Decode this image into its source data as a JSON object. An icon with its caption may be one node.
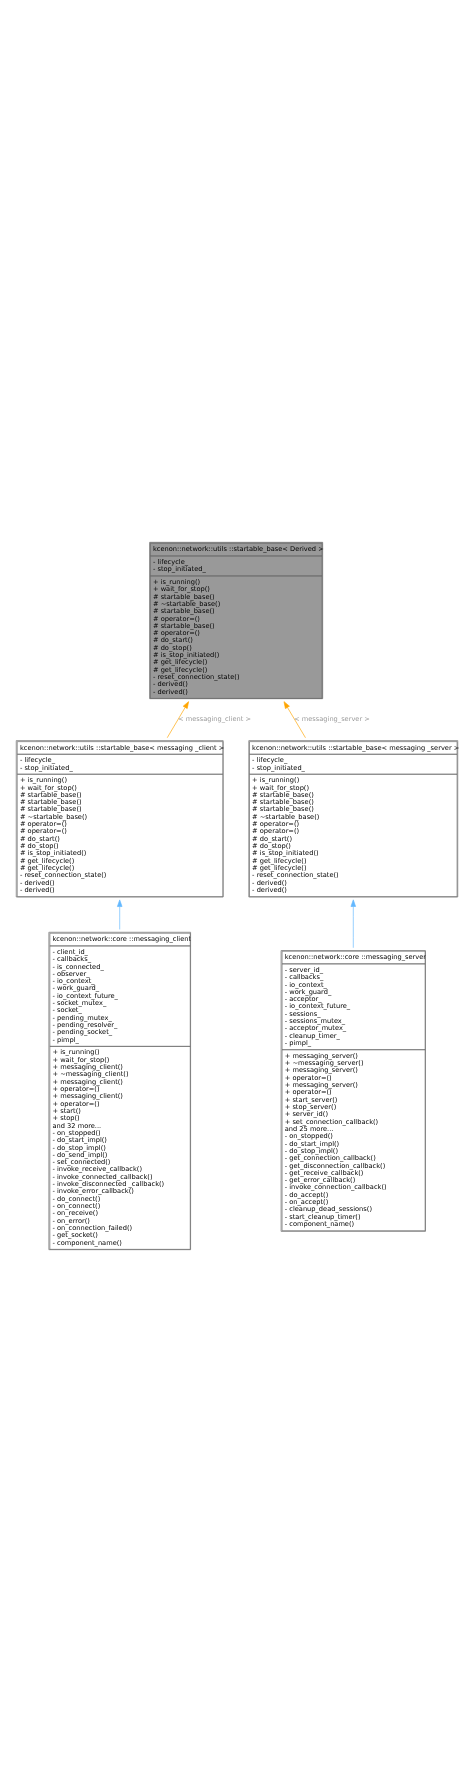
{
  "diagram": {
    "nodes": [
      {
        "text": [
          "kcenon::network::utils ::startable_base< Derived >",
          "- lifecycle_",
          "- stop_initiated_",
          "+ is_running()",
          "+ wait_for_stop()",
          "# startable_base()",
          "# ~startable_base()",
          "# startable_base()",
          "# operator=()",
          "# startable_base()",
          "# operator=()",
          "# do_start()",
          "# do_stop()",
          "# is_stop_initiated()",
          "# get_lifecycle()",
          "# get_lifecycle()",
          "- reset_connection_state()",
          "- derived()",
          "- derived()"
        ]
      },
      {
        "text": [
          "kcenon::network::utils ::startable_base< messaging _client >",
          "- lifecycle_",
          "- stop_initiated_",
          "+ is_running()",
          "+ wait_for_stop()",
          "# startable_base()",
          "# startable_base()",
          "# startable_base()",
          "# ~startable_base()",
          "# operator=()",
          "# operator=()",
          "# do_start()",
          "# do_stop()",
          "# is_stop_initiated()",
          "# get_lifecycle()",
          "# get_lifecycle()",
          "- reset_connection_state()",
          "- derived()",
          "- derived()"
        ]
      },
      {
        "text": [
          "kcenon::network::utils ::startable_base< messaging _server >",
          "- lifecycle_",
          "- stop_initiated_",
          "+ is_running()",
          "+ wait_for_stop()",
          "# startable_base()",
          "# startable_base()",
          "# startable_base()",
          "# ~startable_base()",
          "# operator=()",
          "# operator=()",
          "# do_start()",
          "# do_stop()",
          "# is_stop_initiated()",
          "# get_lifecycle()",
          "# get_lifecycle()",
          "- reset_connection_state()",
          "- derived()",
          "- derived()"
        ]
      },
      {
        "text": [
          "kcenon::network::core ::messaging_client",
          "- client_id_",
          "- callbacks_",
          "- is_connected_",
          "- observer_",
          "- io_context_",
          "- work_guard_",
          "- io_context_future_",
          "- socket_mutex_",
          "- socket_",
          "- pending_mutex_",
          "- pending_resolver_",
          "- pending_socket_",
          "- pimpl_",
          "+ is_running()",
          "+ wait_for_stop()",
          "+ messaging_client()",
          "+ ~messaging_client()",
          "+ messaging_client()",
          "+ operator=()",
          "+ messaging_client()",
          "+ operator=()",
          "+ start()",
          "+ stop()",
          "and 32 more...",
          "- on_stopped()",
          "- do_start_impl()",
          "- do_stop_impl()",
          "- do_send_impl()",
          "- set_connected()",
          "- invoke_receive_callback()",
          "- invoke_connected_callback()",
          "- invoke_disconnected _callback()",
          "- invoke_error_callback()",
          "- do_connect()",
          "- on_connect()",
          "- on_receive()",
          "- on_error()",
          "- on_connection_failed()",
          "- get_socket()",
          "- component_name()"
        ]
      },
      {
        "text": [
          "kcenon::network::core ::messaging_server",
          "- server_id_",
          "- callbacks_",
          "- io_context_",
          "- work_guard_",
          "- acceptor_",
          "- io_context_future_",
          "- sessions_",
          "- sessions_mutex_",
          "- acceptor_mutex_",
          "- cleanup_timer_",
          "- pimpl_",
          "+ messaging_server()",
          "+ ~messaging_server()",
          "+ messaging_server()",
          "+ operator=()",
          "+ messaging_server()",
          "+ operator=()",
          "+ start_server()",
          "+ stop_server()",
          "+ server_id()",
          "+ set_connection_callback()",
          "and 25 more...",
          "- on_stopped()",
          "- do_start_impl()",
          "- do_stop_impl()",
          "- get_connection_callback()",
          "- get_disconnection_callback()",
          "- get_receive_callback()",
          "- get_error_callback()",
          "- invoke_connection_callback()",
          "- do_accept()",
          "- on_accept()",
          "- cleanup_dead_sessions()",
          "- start_cleanup_timer()",
          "- component_name()"
        ]
      }
    ],
    "edges": [
      {
        "from": 1,
        "to": 0,
        "arrow": "to",
        "label": "< messaging_client >",
        "color": "#ffa500"
      },
      {
        "from": 2,
        "to": 0,
        "arrow": "to",
        "label": "< messaging_server >",
        "color": "#ffa500"
      },
      {
        "from": 3,
        "to": 1,
        "arrow": "to",
        "color": "#63b8ff"
      },
      {
        "from": 4,
        "to": 2,
        "arrow": "to",
        "color": "#63b8ff"
      }
    ]
  }
}
